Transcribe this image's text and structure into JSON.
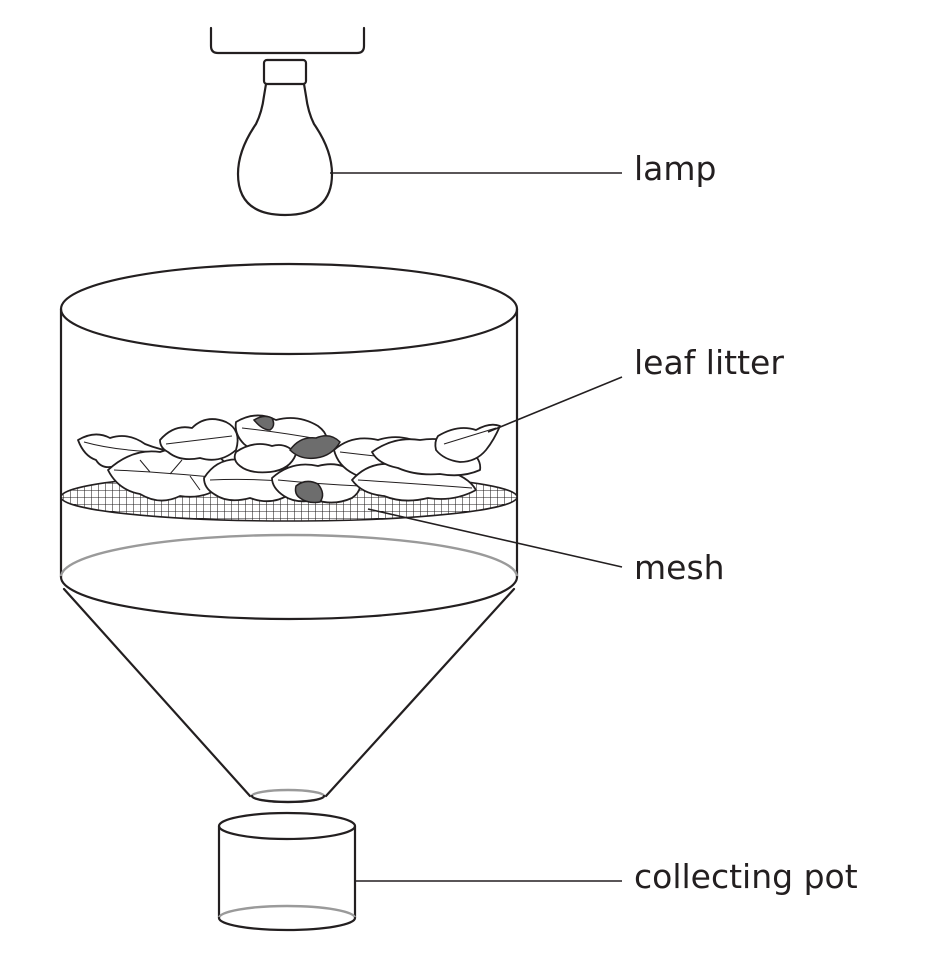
{
  "labels": {
    "lamp": "lamp",
    "leaf_litter": "leaf litter",
    "mesh": "mesh",
    "collecting_pot": "collecting pot"
  }
}
